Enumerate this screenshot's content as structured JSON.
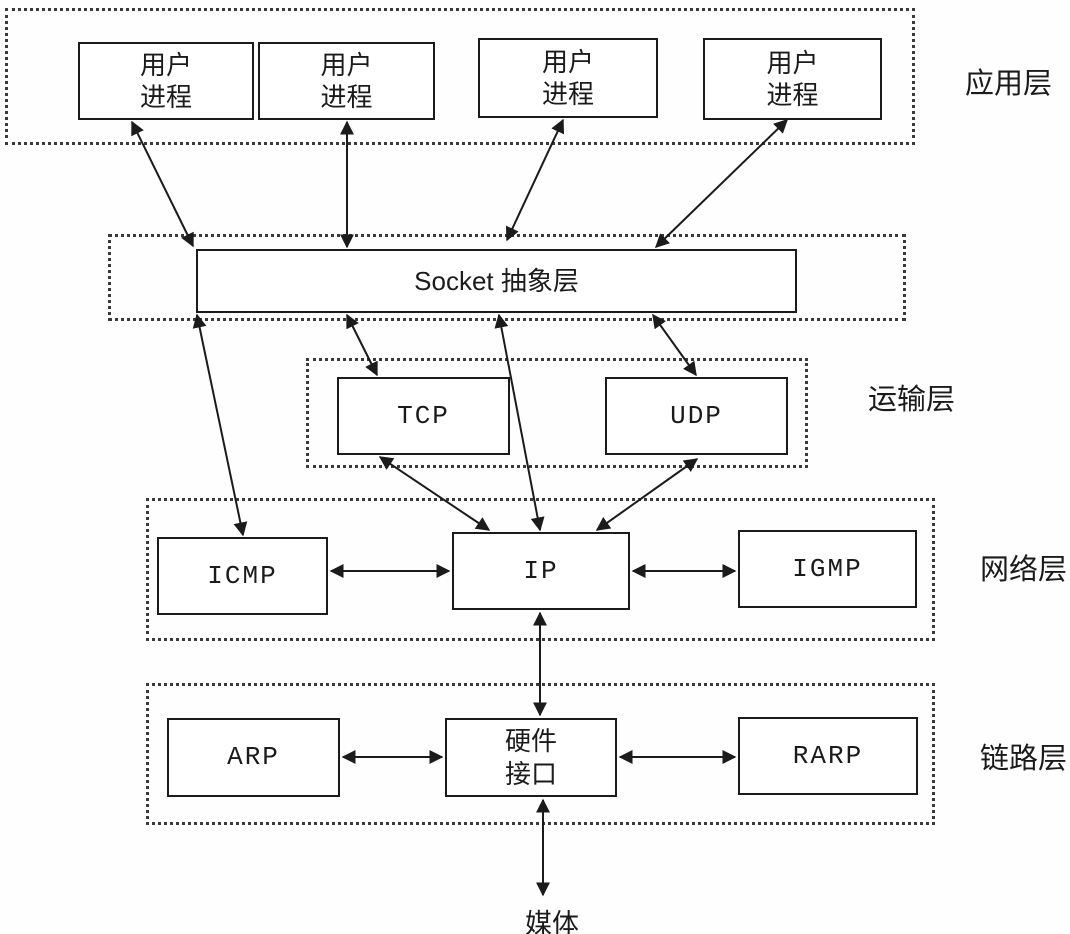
{
  "layers": {
    "application": "应用层",
    "transport": "运输层",
    "network": "网络层",
    "link": "链路层"
  },
  "nodes": {
    "user_process_1": "用户\n进程",
    "user_process_2": "用户\n进程",
    "user_process_3": "用户\n进程",
    "user_process_4": "用户\n进程",
    "socket": "Socket 抽象层",
    "tcp": "TCP",
    "udp": "UDP",
    "icmp": "ICMP",
    "ip": "IP",
    "igmp": "IGMP",
    "arp": "ARP",
    "hardware_interface": "硬件\n接口",
    "rarp": "RARP"
  },
  "labels": {
    "media": "媒体"
  },
  "edges": [
    {
      "from": "user_process_1",
      "to": "socket",
      "bidirectional": true
    },
    {
      "from": "user_process_2",
      "to": "socket",
      "bidirectional": true
    },
    {
      "from": "user_process_3",
      "to": "socket",
      "bidirectional": true
    },
    {
      "from": "user_process_4",
      "to": "socket",
      "bidirectional": true
    },
    {
      "from": "socket",
      "to": "tcp",
      "bidirectional": true
    },
    {
      "from": "socket",
      "to": "udp",
      "bidirectional": true
    },
    {
      "from": "socket",
      "to": "ip",
      "bidirectional": true
    },
    {
      "from": "socket",
      "to": "icmp",
      "bidirectional": true
    },
    {
      "from": "tcp",
      "to": "ip",
      "bidirectional": true
    },
    {
      "from": "udp",
      "to": "ip",
      "bidirectional": true
    },
    {
      "from": "icmp",
      "to": "ip",
      "bidirectional": true
    },
    {
      "from": "ip",
      "to": "igmp",
      "bidirectional": true
    },
    {
      "from": "ip",
      "to": "hardware_interface",
      "bidirectional": true
    },
    {
      "from": "arp",
      "to": "hardware_interface",
      "bidirectional": true
    },
    {
      "from": "hardware_interface",
      "to": "rarp",
      "bidirectional": true
    },
    {
      "from": "hardware_interface",
      "to": "media",
      "bidirectional": true
    }
  ],
  "colors": {
    "line": "#1b1b1b",
    "background": "#ffffff"
  }
}
